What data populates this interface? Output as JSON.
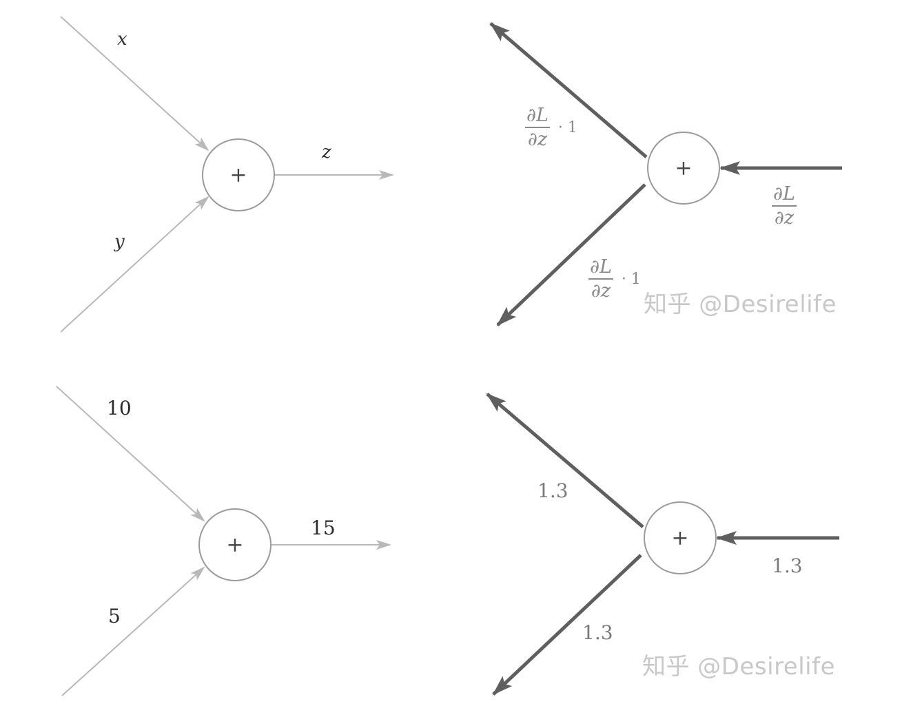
{
  "node_symbol": "+",
  "forward_symbolic": {
    "input_top": "x",
    "input_bottom": "y",
    "output": "z"
  },
  "backward_symbolic": {
    "grad_numerator": "∂L",
    "grad_denominator": "∂z",
    "local_factor": "· 1"
  },
  "forward_numeric": {
    "input_top": "10",
    "input_bottom": "5",
    "output": "15"
  },
  "backward_numeric": {
    "incoming": "1.3",
    "upper": "1.3",
    "lower": "1.3"
  },
  "watermark": "知乎 @Desirelife",
  "colors": {
    "forward_line": "#b8b8b8",
    "backward_line": "#5f5f5f",
    "circle": "#9a9a9a"
  }
}
